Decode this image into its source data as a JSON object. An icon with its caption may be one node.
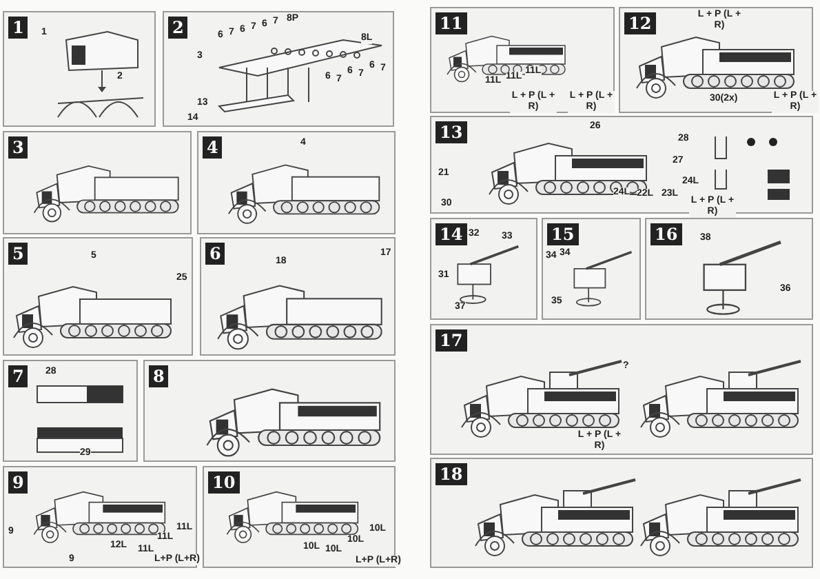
{
  "diagram": {
    "nodes": [
      {
        "text": [
          "1"
        ]
      },
      {
        "text": [
          "2"
        ]
      },
      {
        "text": [
          "3"
        ]
      },
      {
        "text": [
          "4"
        ]
      },
      {
        "text": [
          "5"
        ]
      },
      {
        "text": [
          "6"
        ]
      },
      {
        "text": [
          "7"
        ]
      },
      {
        "text": [
          "8"
        ]
      },
      {
        "text": [
          "9"
        ]
      },
      {
        "text": [
          "10"
        ]
      },
      {
        "text": [
          "11"
        ]
      },
      {
        "text": [
          "12"
        ]
      },
      {
        "text": [
          "13"
        ]
      },
      {
        "text": [
          "14"
        ]
      },
      {
        "text": [
          "15"
        ]
      },
      {
        "text": [
          "16"
        ]
      },
      {
        "text": [
          "17"
        ]
      },
      {
        "text": [
          "18"
        ]
      }
    ],
    "labels": [
      "1",
      "2",
      "6",
      "7",
      "6",
      "7",
      "6",
      "7",
      "8P",
      "8L",
      "3",
      "6",
      "7",
      "6",
      "7",
      "6",
      "7",
      "13",
      "14",
      "4",
      "5",
      "25",
      "18",
      "17",
      "28",
      "29",
      "9",
      "12L",
      "11L",
      "11L",
      "11L",
      "9",
      "L+P (L+R)",
      "10L",
      "10L",
      "10L",
      "10L",
      "L+P (L+R)",
      "11L",
      "11L",
      "11L",
      "L + P (L + R)",
      "L + P (L + R)",
      "L + P (L + R)",
      "30(2x)",
      "L + P (L + R)",
      "26",
      "28",
      "27",
      "21",
      "24L",
      "24L",
      "22L",
      "23L",
      "30",
      "L + P (L + R)",
      "32",
      "33",
      "31",
      "37",
      "34",
      "34",
      "35",
      "38",
      "36",
      "?",
      "L + P (L + R)"
    ]
  }
}
